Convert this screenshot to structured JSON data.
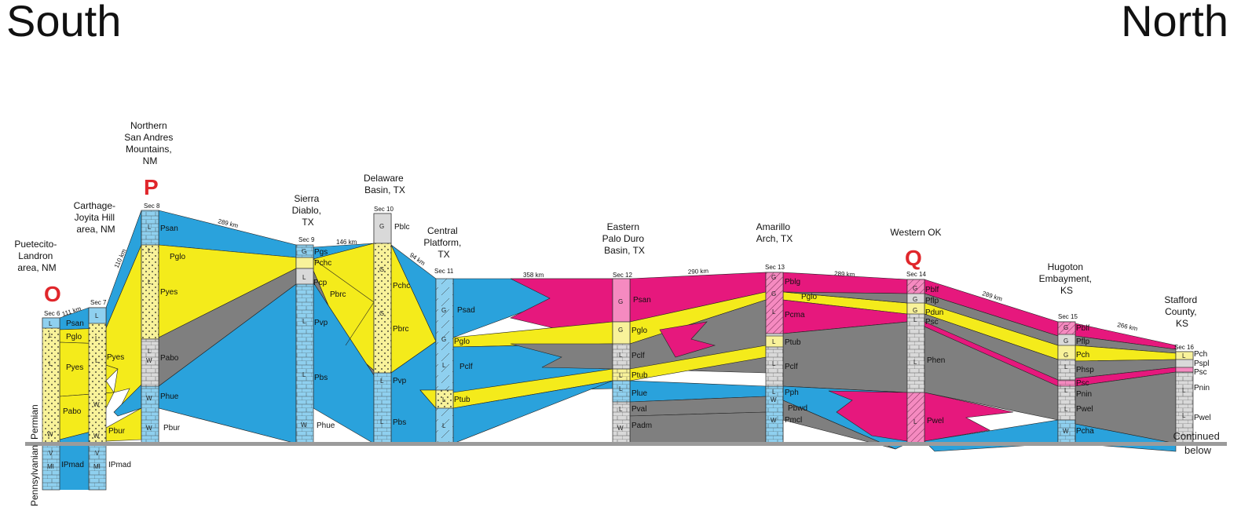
{
  "header": {
    "left_title": "South",
    "right_title": "North"
  },
  "colors": {
    "blue": "#2aa2dc",
    "yellow": "#f4eb1b",
    "gray": "#7f7f7f",
    "magenta": "#e6187d",
    "pink": "#f58ac0",
    "lightgray": "#d9d9d9",
    "lightblue": "#8fd0ef",
    "lightyellow": "#f8f29a",
    "datum": "#9b9b9b"
  },
  "markers": [
    "O",
    "P",
    "Q"
  ],
  "periods": {
    "upper": "Permian",
    "lower": "Pennsylvanian"
  },
  "continued": [
    "Continued",
    "below"
  ],
  "columns": [
    {
      "sec": "Sec 6",
      "location": [
        "Puetecito-",
        "Landron",
        "area, NM"
      ]
    },
    {
      "sec": "Sec 7",
      "location": [
        "Carthage-",
        "Joyita Hill",
        "area, NM"
      ]
    },
    {
      "sec": "Sec 8",
      "location": [
        "Northern",
        "San Andres",
        "Mountains,",
        "NM"
      ]
    },
    {
      "sec": "Sec 9",
      "location": [
        "Sierra",
        "Diablo,",
        "TX"
      ]
    },
    {
      "sec": "Sec 10",
      "location": [
        "Delaware",
        "Basin, TX"
      ]
    },
    {
      "sec": "Sec 11",
      "location": [
        "Central",
        "Platform,",
        "TX"
      ]
    },
    {
      "sec": "Sec 12",
      "location": [
        "Eastern",
        "Palo Duro",
        "Basin, TX"
      ]
    },
    {
      "sec": "Sec 13",
      "location": [
        "Amarillo",
        "Arch, TX"
      ]
    },
    {
      "sec": "Sec 14",
      "location": [
        "Western OK"
      ]
    },
    {
      "sec": "Sec 15",
      "location": [
        "Hugoton",
        "Embayment,",
        "KS"
      ]
    },
    {
      "sec": "Sec 16",
      "location": [
        "Stafford",
        "County,",
        "KS"
      ]
    }
  ],
  "distances": [
    "111 km",
    "110 km",
    "289 km",
    "146 km",
    "94 km",
    "358 km",
    "290 km",
    "289 km",
    "289 km",
    "266 km"
  ],
  "units": {
    "c6": [
      "Psan",
      "Pglo",
      "Pyes",
      "Pabo",
      "IPmad"
    ],
    "c7": [
      "Pyes",
      "Pbur",
      "IPmad"
    ],
    "c8": [
      "Psan",
      "Pglo",
      "Pyes",
      "Pabo",
      "Phue",
      "Pbur"
    ],
    "c9": [
      "Pgs",
      "Pchc",
      "Pcp",
      "Pbrc",
      "Pvp",
      "Pbs",
      "Phue"
    ],
    "c10": [
      "Pblc",
      "Pchc",
      "Pbrc",
      "Pvp",
      "Pbs"
    ],
    "c11": [
      "Psad",
      "Pglo",
      "Pclf",
      "Ptub"
    ],
    "c12": [
      "Psan",
      "Pglo",
      "Pclf",
      "Ptub",
      "Plue",
      "Pval",
      "Padm"
    ],
    "c13": [
      "Pblg",
      "Pglo",
      "Pcma",
      "Ptub",
      "Pclf",
      "Pph",
      "Pbwd",
      "Pmcl"
    ],
    "c14": [
      "Pblf",
      "Pflp",
      "Pdun",
      "Psc",
      "Phen",
      "Pwel"
    ],
    "c15": [
      "Pblf",
      "Pflp",
      "Pch",
      "Phsp",
      "Psc",
      "Pnin",
      "Pwel",
      "Pcha"
    ],
    "c16": [
      "Pch",
      "Pspl",
      "Psc",
      "Pnin",
      "Pwel"
    ]
  }
}
